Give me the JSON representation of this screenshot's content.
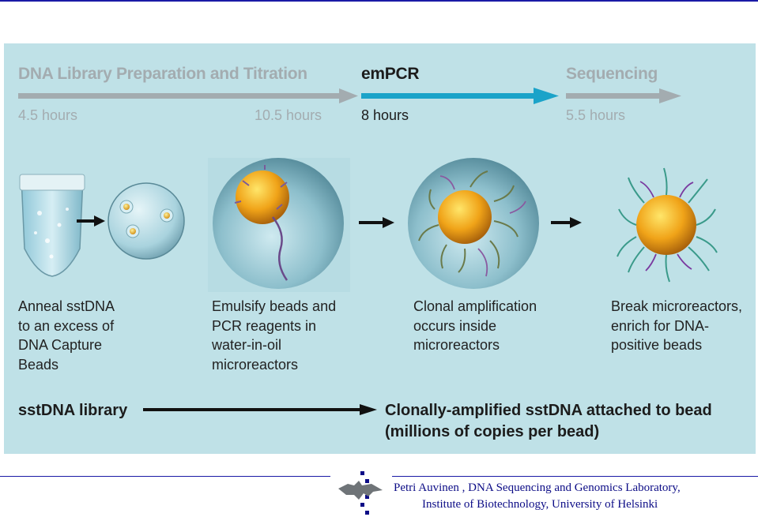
{
  "header": {
    "phases": [
      {
        "title": "DNA Library Preparation and Titration",
        "time_start": "4.5 hours",
        "time_end": "10.5 hours"
      },
      {
        "title": "emPCR",
        "time": "8 hours"
      },
      {
        "title": "Sequencing",
        "time": "5.5 hours"
      }
    ]
  },
  "steps": [
    {
      "lines": [
        "Anneal sstDNA",
        "to an excess of",
        "DNA Capture",
        "Beads"
      ]
    },
    {
      "lines": [
        "Emulsify beads and",
        "PCR reagents in",
        "water-in-oil",
        "microreactors"
      ]
    },
    {
      "lines": [
        "Clonal amplification",
        "occurs inside",
        "microreactors"
      ]
    },
    {
      "lines": [
        "Break microreactors,",
        "enrich for DNA-",
        "positive beads"
      ]
    }
  ],
  "bottom": {
    "left_label": "sstDNA library",
    "right_label_line1": "Clonally-amplified sstDNA attached to bead",
    "right_label_line2": "(millions of copies per bead)"
  },
  "footer": {
    "line1": "Petri Auvinen , DNA Sequencing and Genomics Laboratory,",
    "line2": "Institute of Biotechnology, University of Helsinki"
  },
  "colors": {
    "panel": "#bfe1e7",
    "active_arrow": "#1ba3c9",
    "inactive_arrow": "#a3acb0",
    "footer_text": "#0c0c86",
    "bead": "#f0a318"
  }
}
